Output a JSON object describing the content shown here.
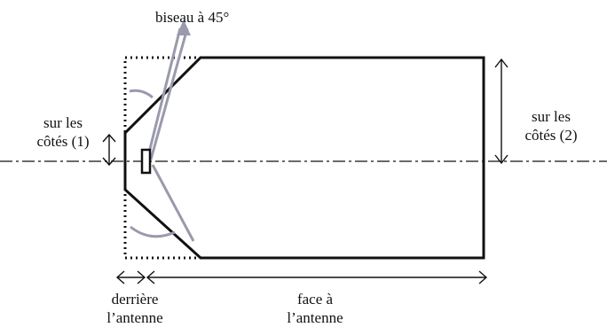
{
  "labels": {
    "bevel": "biseau à 45°",
    "sides_1_line1": "sur les",
    "sides_1_line2": "côtés (1)",
    "sides_2_line1": "sur les",
    "sides_2_line2": "côtés (2)",
    "behind_line1": "derrière",
    "behind_line2": "l’antenne",
    "front_line1": "face à",
    "front_line2": "l’antenne"
  },
  "colors": {
    "outline": "#111111",
    "bevel_arrow": "#9a9aad",
    "text": "#111111"
  }
}
